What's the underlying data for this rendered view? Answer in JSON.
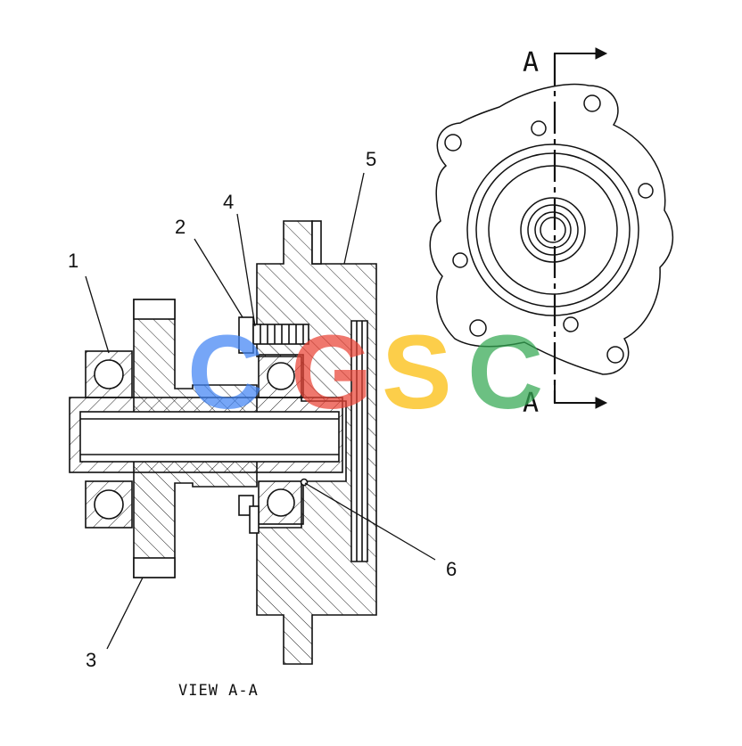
{
  "callouts": [
    {
      "id": "1",
      "text": "1"
    },
    {
      "id": "2",
      "text": "2"
    },
    {
      "id": "3",
      "text": "3"
    },
    {
      "id": "4",
      "text": "4"
    },
    {
      "id": "5",
      "text": "5"
    },
    {
      "id": "6",
      "text": "6"
    }
  ],
  "view_label": "VIEW A-A",
  "section_marks": {
    "top": "A",
    "bottom": "A"
  },
  "watermark": {
    "letters": [
      "C",
      "G",
      "S",
      "C"
    ],
    "colors": [
      "#4285F4",
      "#EA4335",
      "#FBBC05",
      "#34A853"
    ]
  },
  "colors": {
    "line": "#111111",
    "hatch": "#222222",
    "background": "#ffffff"
  }
}
